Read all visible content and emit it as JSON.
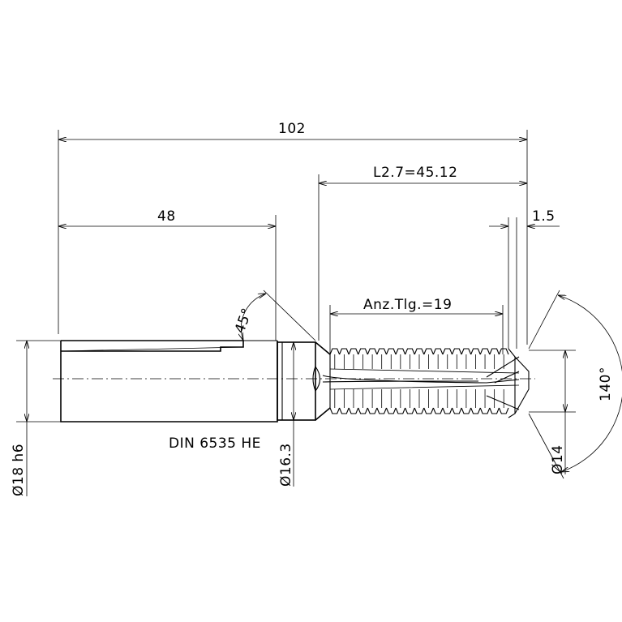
{
  "dimensions": {
    "overall_length": "102",
    "shank_length": "48",
    "l27": "L2.7=45.12",
    "tip_offset": "1.5",
    "thread_teeth": "Anz.Tlg.=19",
    "chamfer_angle": "45°",
    "point_angle": "140°",
    "shank_diameter": "Ø18 h6",
    "neck_diameter": "Ø16.3",
    "tip_diameter": "Ø14",
    "standard": "DIN 6535 HE"
  }
}
